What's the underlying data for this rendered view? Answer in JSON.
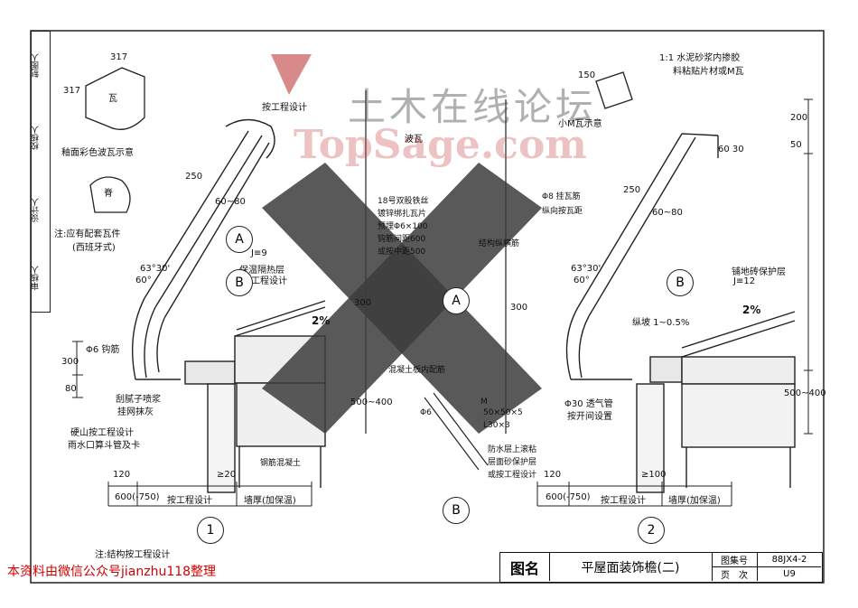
{
  "side_strip": {
    "cells": [
      "制图人",
      "校核人",
      "设计人",
      "审核人"
    ]
  },
  "watermark": {
    "cn": "土木在线论坛",
    "en": "TopSage.com"
  },
  "notes": {
    "tile_size": "317",
    "tile_label": "瓦",
    "tile_caption": "釉面彩色波瓦示意",
    "ridge_label": "脊",
    "accessory_note": "注:应有配套瓦件",
    "accessory_note2": "(西班牙式)",
    "small_tile_caption": "小M瓦示意",
    "mortar_note": "1:1 水泥砂浆内掺胶",
    "mortar_note2": "料粘贴片材或M瓦",
    "struct_note": "注:结构按工程设计",
    "paving_note": "铺地砖保护层",
    "paving_ref": "J≡12",
    "slope_note": "纵坡 1~0.5%",
    "vent_note": "Φ30 透气管",
    "vent_note2": "按开间设置",
    "hook_note": "Φ6 钩筋",
    "scrape_note": "刮腻子喷浆",
    "scrape_note2": "挂网抹灰",
    "gable_note": "硬山按工程设计",
    "gable_note2": "雨水口算斗管及卡",
    "insulation_note": "保温隔热层",
    "insulation_note2": "按工程设计",
    "insul_ref": "J≡9",
    "wall_note": "墙厚(加保温)",
    "per_design": "按工程设计",
    "slope_2pct": "2%",
    "dims_600": "600(-750)",
    "dims_120": "120",
    "dims_20": "≥20",
    "dims_100": "≥100",
    "dims_300": "300",
    "dims_80": "80",
    "dims_250": "250",
    "dims_6080": "60~80",
    "dims_200": "200",
    "dims_50": "50",
    "dims_6030": "60 30",
    "dims_500400": "500~400",
    "angle_6330": "63°30'",
    "angle_60": "60°",
    "detail_b_notes": [
      "Φ8 挂瓦筋",
      "纵向按瓦距",
      "结构纵横筋",
      "18号双股铁丝",
      "镀锌绑扎瓦片",
      "预埋Φ6×100",
      "钩筋间距600",
      "或按中距500"
    ],
    "b_detail_l": "50×50×5",
    "b_detail_l2": "L30×3",
    "b_detail_phi": "Φ6",
    "b_detail_m": "M",
    "waterproof_note": "防水层上滚粘",
    "waterproof_note2": "层面砂保护层",
    "waterproof_note3": "或按工程设计",
    "concrete_note": "混凝土板内配筋",
    "ribbed": "钢筋混凝土",
    "wave_note": "波瓦",
    "size_150": "150"
  },
  "callouts": {
    "A": "A",
    "B": "B",
    "one": "1",
    "two": "2"
  },
  "title_block": {
    "name_label": "图名",
    "title": "平屋面装饰檐(二)",
    "atlas_label": "图集号",
    "atlas_value": "88JX4-2",
    "page_label": "页　次",
    "page_value": "U9"
  },
  "footer": "本资料由微信公众号jianzhu118整理"
}
